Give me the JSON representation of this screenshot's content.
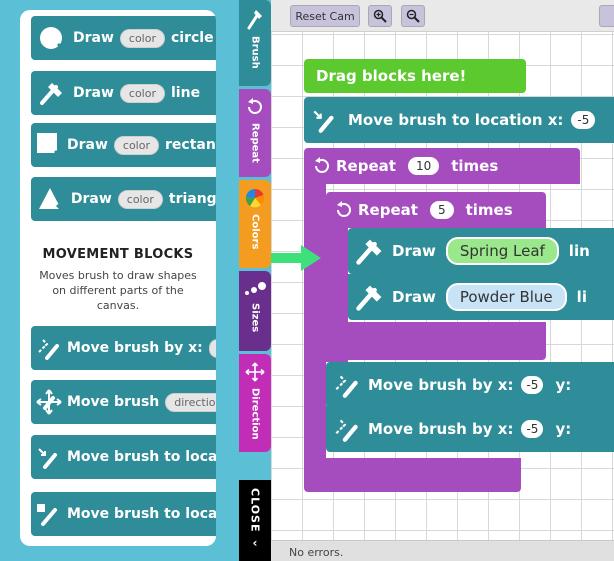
{
  "palette": {
    "draw_blocks": [
      {
        "label": "Draw",
        "pill": "color",
        "suffix": "circle"
      },
      {
        "label": "Draw",
        "pill": "color",
        "suffix": "line"
      },
      {
        "label": "Draw",
        "pill": "color",
        "suffix": "rectangle"
      },
      {
        "label": "Draw",
        "pill": "color",
        "suffix": "triangle"
      }
    ],
    "movement_title": "MOVEMENT BLOCKS",
    "movement_desc": "Moves brush to draw shapes on different parts of the canvas.",
    "movement_blocks": [
      {
        "label": "Move brush by x:"
      },
      {
        "label": "Move brush",
        "pill": "direction"
      },
      {
        "label": "Move brush to location"
      },
      {
        "label": "Move brush to location"
      }
    ]
  },
  "tabs": [
    {
      "label": "Brush",
      "color": "#2f8c99"
    },
    {
      "label": "Repeat",
      "color": "#a54dbf"
    },
    {
      "label": "Colors",
      "color": "#f39c20"
    },
    {
      "label": "Sizes",
      "color": "#6a2e8c"
    },
    {
      "label": "Direction",
      "color": "#c22db8"
    }
  ],
  "close_label": "CLOSE",
  "toolbar": {
    "reset_cam": "Reset Cam"
  },
  "workspace": {
    "drag_here": "Drag blocks here!",
    "move_to_location": "Move brush to location x:",
    "move_to_x_value": "-5",
    "repeat_outer": {
      "label": "Repeat",
      "count": "10",
      "suffix": "times"
    },
    "repeat_inner": {
      "label": "Repeat",
      "count": "5",
      "suffix": "times"
    },
    "draw1": {
      "label": "Draw",
      "color_name": "Spring Leaf",
      "suffix": "lin"
    },
    "draw2": {
      "label": "Draw",
      "color_name": "Powder Blue",
      "suffix": "li"
    },
    "move_by1": {
      "label": "Move brush by x:",
      "x": "-5",
      "y_label": "y:"
    },
    "move_by2": {
      "label": "Move brush by x:",
      "x": "-5",
      "y_label": "y:"
    }
  },
  "status": "No errors.",
  "colors": {
    "green_block": "#5cc92e",
    "spring_leaf": "#9be88c",
    "powder_blue": "#c9e3f6"
  }
}
